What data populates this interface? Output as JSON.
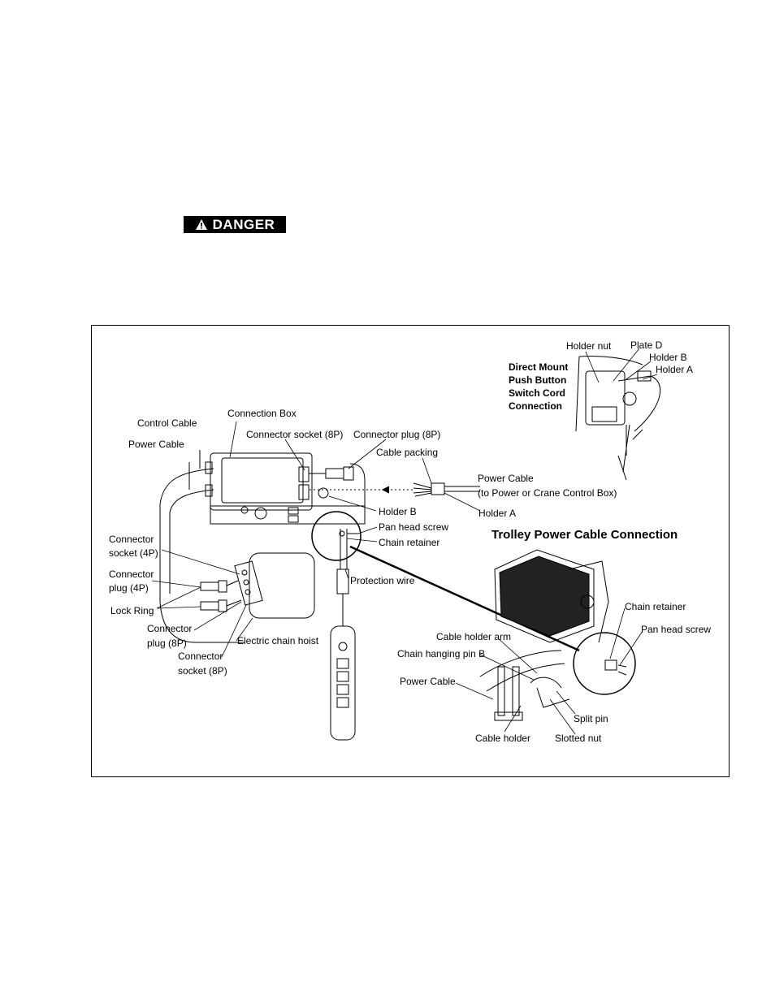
{
  "danger": {
    "label": "DANGER"
  },
  "labels": {
    "holder_nut": "Holder nut",
    "plate_d": "Plate D",
    "holder_b_top": "Holder B",
    "holder_a_top": "Holder A",
    "direct_mount_1": "Direct Mount",
    "direct_mount_2": "Push Button",
    "direct_mount_3": "Switch Cord",
    "direct_mount_4": "Connection",
    "control_cable": "Control Cable",
    "connection_box": "Connection Box",
    "power_cable_left": "Power Cable",
    "connector_socket_8p_top": "Connector socket (8P)",
    "connector_plug_8p_top": "Connector plug (8P)",
    "cable_packing": "Cable packing",
    "power_cable_mid_1": "Power Cable",
    "power_cable_mid_2": "(to Power or Crane Control Box)",
    "holder_a_mid": "Holder A",
    "holder_b_mid": "Holder B",
    "pan_head_screw_mid": "Pan head screw",
    "chain_retainer_mid": "Chain retainer",
    "trolley_title": "Trolley Power Cable Connection",
    "connector_socket_4p_1": "Connector",
    "connector_socket_4p_2": "socket (4P)",
    "connector_plug_4p_1": "Connector",
    "connector_plug_4p_2": "plug (4P)",
    "lock_ring": "Lock Ring",
    "connector_plug_8p_1": "Connector",
    "connector_plug_8p_2": "plug (8P)",
    "connector_socket_8p_1": "Connector",
    "connector_socket_8p_2": "socket (8P)",
    "electric_chain_hoist": "Electric chain hoist",
    "protection_wire": "Protection wire",
    "chain_retainer_right": "Chain retainer",
    "pan_head_screw_right": "Pan head screw",
    "cable_holder_arm": "Cable holder arm",
    "chain_hanging_pin_b": "Chain hanging pin B",
    "power_cable_right": "Power Cable",
    "split_pin": "Split pin",
    "cable_holder": "Cable holder",
    "slotted_nut": "Slotted nut"
  }
}
